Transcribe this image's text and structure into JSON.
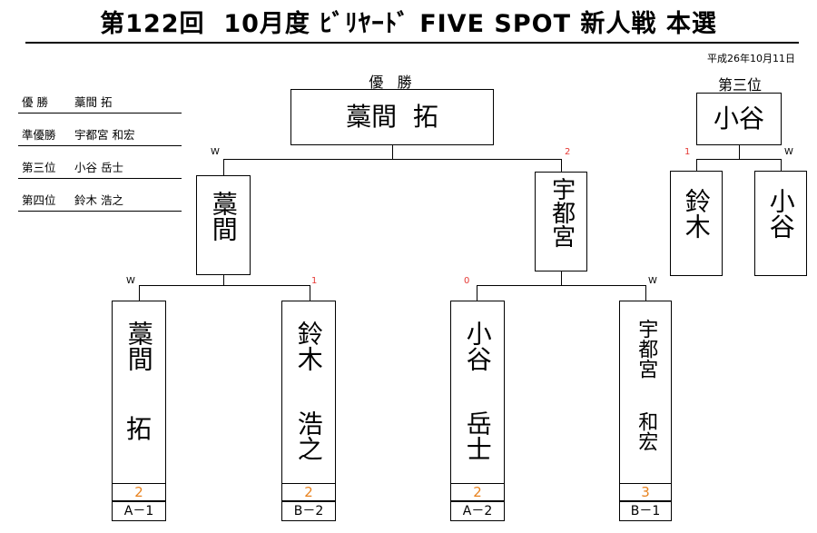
{
  "header": {
    "title": "第122回  10月度 ﾋﾞﾘﾔｰﾄﾞ FIVE SPOT 新人戦 本選",
    "date": "平成26年10月11日"
  },
  "summary": [
    {
      "rank": "優 勝",
      "name": "藁間 拓"
    },
    {
      "rank": "準優勝",
      "name": "宇都宮 和宏"
    },
    {
      "rank": "第三位",
      "name": "小谷 岳士"
    },
    {
      "rank": "第四位",
      "name": "鈴木 浩之"
    }
  ],
  "final": {
    "label": "優   勝",
    "champion": "藁間  拓",
    "left_mark": "W",
    "right_mark": "2",
    "left_finalist": "藁間",
    "right_finalist": "宇都宮"
  },
  "third_place": {
    "label": "第三位",
    "winner": "小谷",
    "left_mark": "1",
    "right_mark": "W",
    "left_player": "鈴木",
    "right_player": "小谷"
  },
  "semifinal_marks": {
    "left_w": "W",
    "left_l": "1",
    "right_l": "0",
    "right_w": "W"
  },
  "entrants": [
    {
      "surname": "藁間",
      "given": "拓",
      "score": "2",
      "seed": "A－1"
    },
    {
      "surname": "鈴木",
      "given": "浩之",
      "score": "2",
      "seed": "B－2"
    },
    {
      "surname": "小谷",
      "given": "岳士",
      "score": "2",
      "seed": "A－2"
    },
    {
      "surname": "宇都宮",
      "given": "和宏",
      "score": "3",
      "seed": "B－1"
    }
  ]
}
